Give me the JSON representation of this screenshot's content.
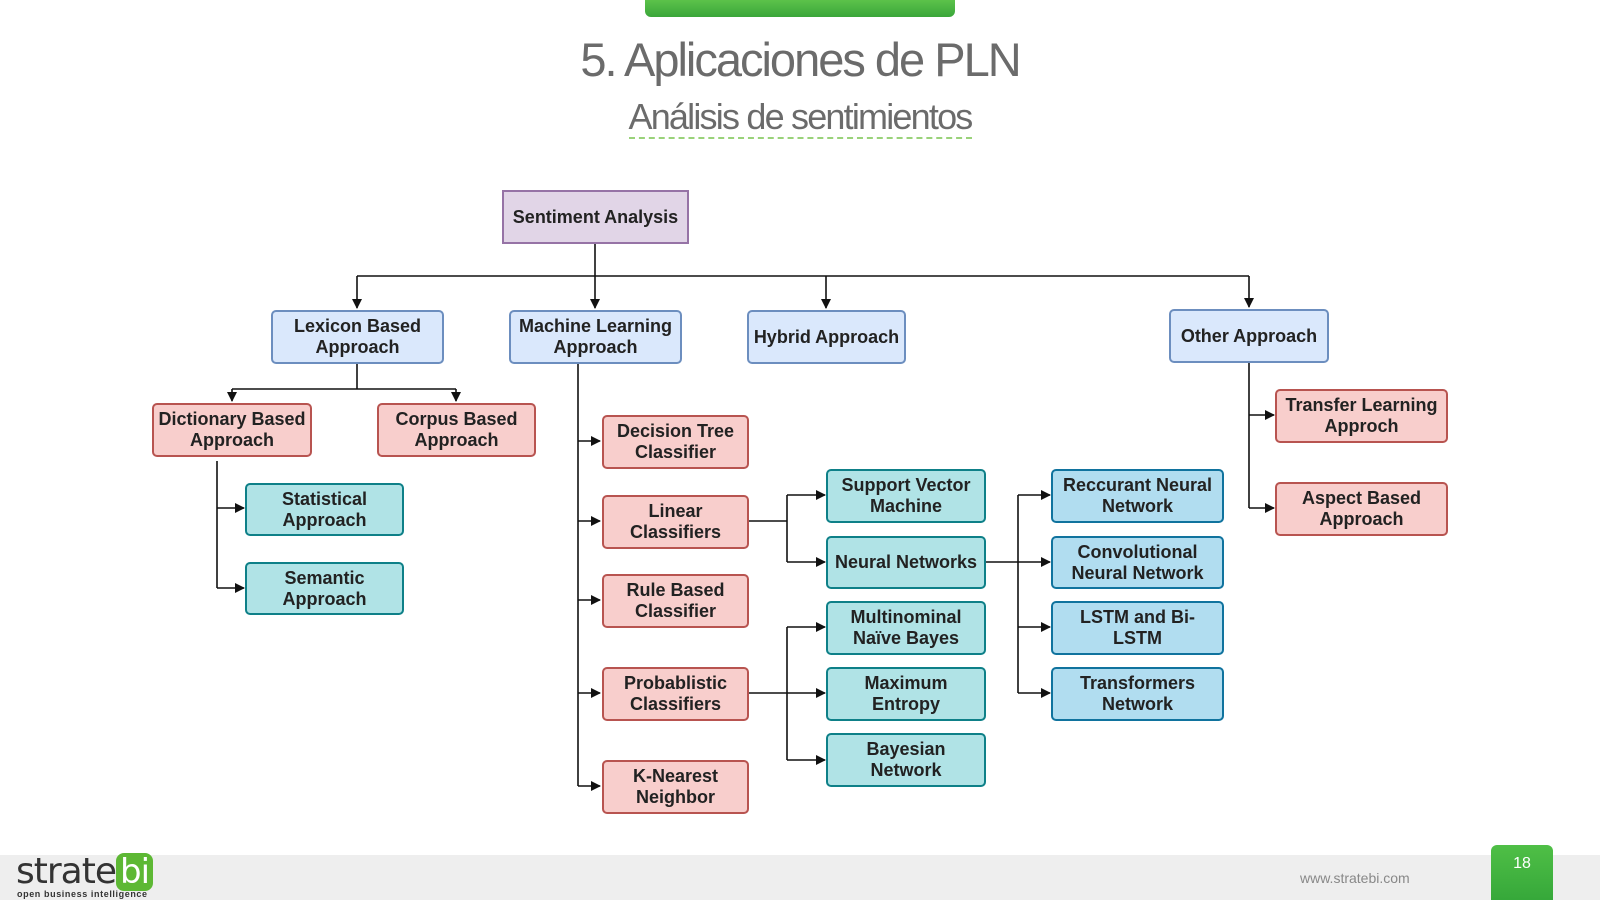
{
  "header": {
    "title": "5. Aplicaciones de PLN",
    "subtitle": "Análisis de sentimientos"
  },
  "diagram": {
    "root": "Sentiment Analysis",
    "categories": {
      "lexicon": "Lexicon Based Approach",
      "ml": "Machine Learning Approach",
      "hybrid": "Hybrid Approach",
      "other": "Other Approach"
    },
    "lexicon_children": {
      "dictionary": "Dictionary Based Approach",
      "corpus": "Corpus Based Approach",
      "statistical": "Statistical Approach",
      "semantic": "Semantic Approach"
    },
    "ml_children": {
      "decision_tree": "Decision Tree Classifier",
      "linear": "Linear Classifiers",
      "rule_based": "Rule Based Classifier",
      "probabilistic": "Probablistic Classifiers",
      "knn": "K-Nearest Neighbor"
    },
    "linear_children": {
      "svm": "Support Vector Machine",
      "nn": "Neural Networks"
    },
    "probabilistic_children": {
      "naive_bayes": "Multinominal Naïve Bayes",
      "max_entropy": "Maximum Entropy",
      "bayesian": "Bayesian Network"
    },
    "nn_children": {
      "rnn": "Reccurant Neural Network",
      "cnn": "Convolutional Neural Network",
      "lstm": "LSTM and Bi-LSTM",
      "transformers": "Transformers Network"
    },
    "other_children": {
      "transfer": "Transfer Learning Approch",
      "aspect": "Aspect Based Approach"
    },
    "colors": {
      "root_fill": "#e1d5e7",
      "category_fill": "#dae8fc",
      "method_fill": "#f8cecc",
      "technique_fill": "#b0e3e6",
      "deep_fill": "#b1ddf0"
    }
  },
  "footer": {
    "logo_main": "strate",
    "logo_accent": "bi",
    "logo_tagline": "open business intelligence",
    "website": "www.stratebi.com",
    "page_number": "18",
    "accent_color": "#5db834"
  }
}
